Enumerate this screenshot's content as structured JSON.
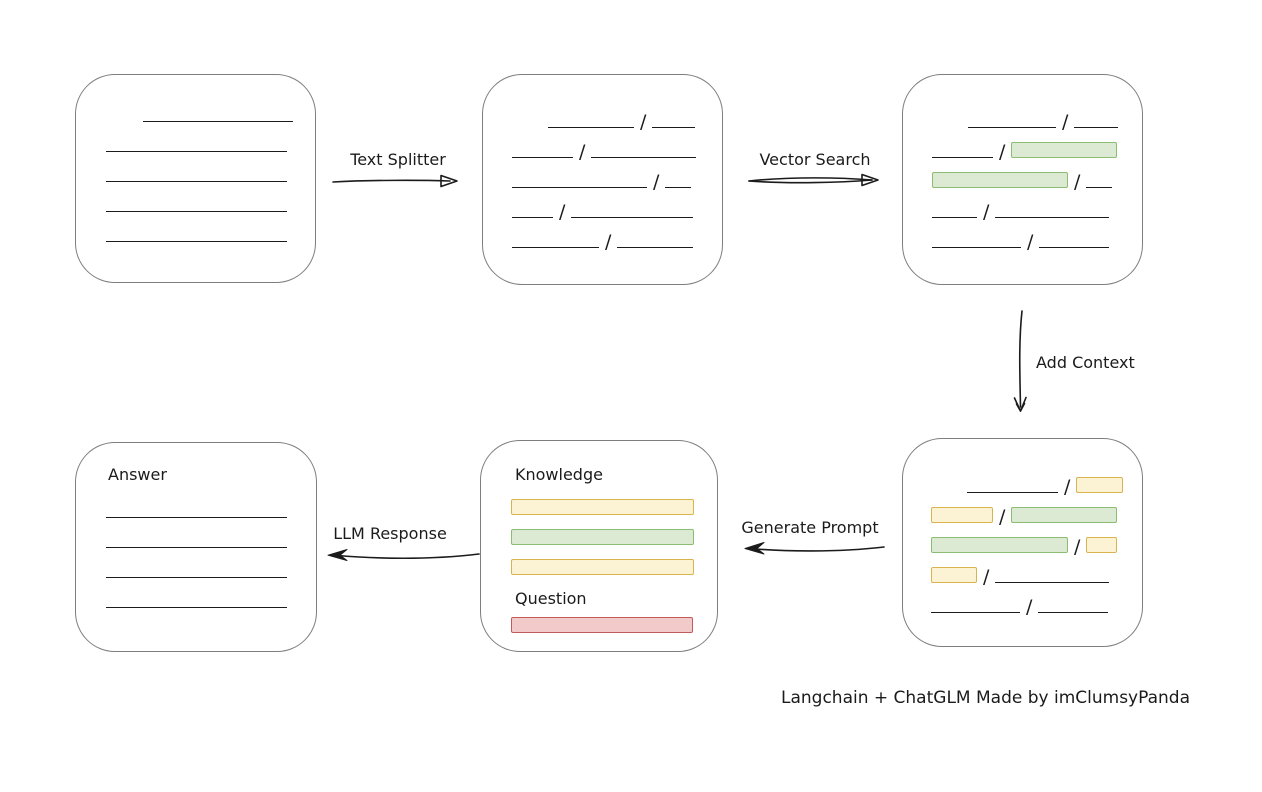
{
  "title": "Langchain + ChatGLM flow diagram",
  "colors": {
    "green_fill": "#dcead3",
    "green_border": "#8cbb72",
    "yellow_fill": "#fcf3d4",
    "yellow_border": "#d9b44e",
    "red_fill": "#f2caca",
    "red_border": "#bf5b5b"
  },
  "slash": "/",
  "labels": {
    "text_splitter": "Text Splitter",
    "vector_search": "Vector Search",
    "add_context": "Add Context",
    "generate_prompt": "Generate Prompt",
    "llm_response": "LLM Response",
    "knowledge": "Knowledge",
    "question": "Question",
    "answer": "Answer",
    "credit": "Langchain + ChatGLM Made by imClumsyPanda"
  },
  "boxes": {
    "document": {
      "rows": [
        [
          {
            "t": "sp",
            "w": 31
          },
          {
            "t": "ln",
            "w": 150
          }
        ],
        [
          {
            "t": "ln",
            "w": 181
          }
        ],
        [
          {
            "t": "ln",
            "w": 181
          }
        ],
        [
          {
            "t": "ln",
            "w": 181
          }
        ],
        [
          {
            "t": "ln",
            "w": 181
          }
        ]
      ]
    },
    "split_text": {
      "rows": [
        [
          {
            "t": "sp",
            "w": 30
          },
          {
            "t": "ln",
            "w": 86
          },
          {
            "t": "sl"
          },
          {
            "t": "ln",
            "w": 43
          }
        ],
        [
          {
            "t": "ln",
            "w": 61
          },
          {
            "t": "sl"
          },
          {
            "t": "ln",
            "w": 105
          }
        ],
        [
          {
            "t": "ln",
            "w": 135
          },
          {
            "t": "sl"
          },
          {
            "t": "ln",
            "w": 26
          }
        ],
        [
          {
            "t": "ln",
            "w": 41
          },
          {
            "t": "sl"
          },
          {
            "t": "ln",
            "w": 122
          }
        ],
        [
          {
            "t": "ln",
            "w": 87
          },
          {
            "t": "sl"
          },
          {
            "t": "ln",
            "w": 76
          }
        ]
      ]
    },
    "vector_matched": {
      "rows": [
        [
          {
            "t": "sp",
            "w": 30
          },
          {
            "t": "ln",
            "w": 88
          },
          {
            "t": "sl"
          },
          {
            "t": "ln",
            "w": 44
          }
        ],
        [
          {
            "t": "ln",
            "w": 61
          },
          {
            "t": "sl"
          },
          {
            "t": "gr",
            "w": 106
          }
        ],
        [
          {
            "t": "gr",
            "w": 136
          },
          {
            "t": "sl"
          },
          {
            "t": "ln",
            "w": 26
          }
        ],
        [
          {
            "t": "ln",
            "w": 45
          },
          {
            "t": "sl"
          },
          {
            "t": "ln",
            "w": 114
          }
        ],
        [
          {
            "t": "ln",
            "w": 89
          },
          {
            "t": "sl"
          },
          {
            "t": "ln",
            "w": 70
          }
        ]
      ]
    },
    "context_added": {
      "rows": [
        [
          {
            "t": "sp",
            "w": 30
          },
          {
            "t": "ln",
            "w": 91
          },
          {
            "t": "sl"
          },
          {
            "t": "yl",
            "w": 47
          }
        ],
        [
          {
            "t": "yl",
            "w": 62
          },
          {
            "t": "sl"
          },
          {
            "t": "gr",
            "w": 106
          }
        ],
        [
          {
            "t": "gr",
            "w": 137
          },
          {
            "t": "sl"
          },
          {
            "t": "yl",
            "w": 31
          }
        ],
        [
          {
            "t": "yl",
            "w": 46
          },
          {
            "t": "sl"
          },
          {
            "t": "ln",
            "w": 114
          }
        ],
        [
          {
            "t": "ln",
            "w": 89
          },
          {
            "t": "sl"
          },
          {
            "t": "ln",
            "w": 70
          }
        ]
      ]
    },
    "prompt": {
      "knowledge_bars": [
        [
          {
            "t": "yl",
            "w": 183
          }
        ],
        [
          {
            "t": "gr",
            "w": 183
          }
        ],
        [
          {
            "t": "yl",
            "w": 183
          }
        ]
      ],
      "question_bars": [
        [
          {
            "t": "rd",
            "w": 182
          }
        ]
      ]
    },
    "answer": {
      "rows": [
        [
          {
            "t": "ln",
            "w": 181
          }
        ],
        [
          {
            "t": "ln",
            "w": 181
          }
        ],
        [
          {
            "t": "ln",
            "w": 181
          }
        ],
        [
          {
            "t": "ln",
            "w": 181
          }
        ]
      ]
    }
  }
}
